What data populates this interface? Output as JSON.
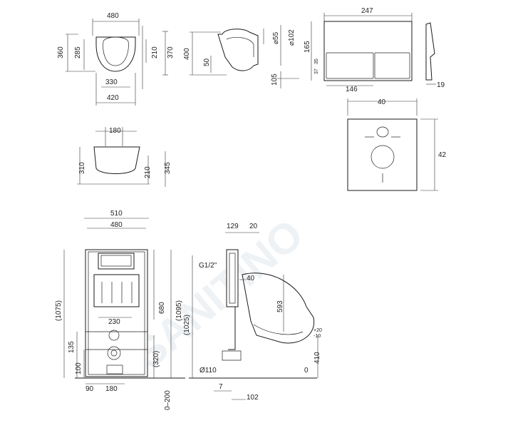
{
  "watermark": "SANITINO",
  "bowl_top": {
    "width_outer": "480",
    "height_outer": "360",
    "height_inner": "285",
    "fix_gap": "330",
    "fix_total": "420",
    "right_a": "210",
    "right_b": "370"
  },
  "bowl_side": {
    "d_outlet": "⌀55",
    "d_pipe": "⌀102",
    "height": "400",
    "outlet_h": "50",
    "base": "105"
  },
  "flush_plate": {
    "width": "247",
    "height": "165",
    "button_offset": "146",
    "side_a": "37",
    "side_b": "35",
    "depth": "19"
  },
  "soundproof_pad": {
    "width": "40",
    "height": "42"
  },
  "bowl_front": {
    "width": "180",
    "height": "310",
    "fix_h": "210",
    "total_h": "345"
  },
  "frame": {
    "width_outer": "510",
    "width_inner": "480",
    "stud": "230",
    "h_total": "(1075)",
    "h_frame": "680",
    "h_frame_total": "(1095)",
    "h_left": "135",
    "h_low": "100",
    "h_inner": "(320)",
    "bottom_left": "90",
    "bottom_mid": "180",
    "floor_adjust": "0–200"
  },
  "side_section": {
    "depth_a": "129",
    "depth_b": "20",
    "thread": "G1/2\"",
    "gap": "40",
    "h_total": "(1025)",
    "h_inlet": "593",
    "d_pipe": "Ø110",
    "off_a": "7",
    "off_b": "102",
    "seat_h": "410",
    "seat_tol_up": "+20",
    "seat_tol_dn": "-10",
    "floor": "0"
  }
}
